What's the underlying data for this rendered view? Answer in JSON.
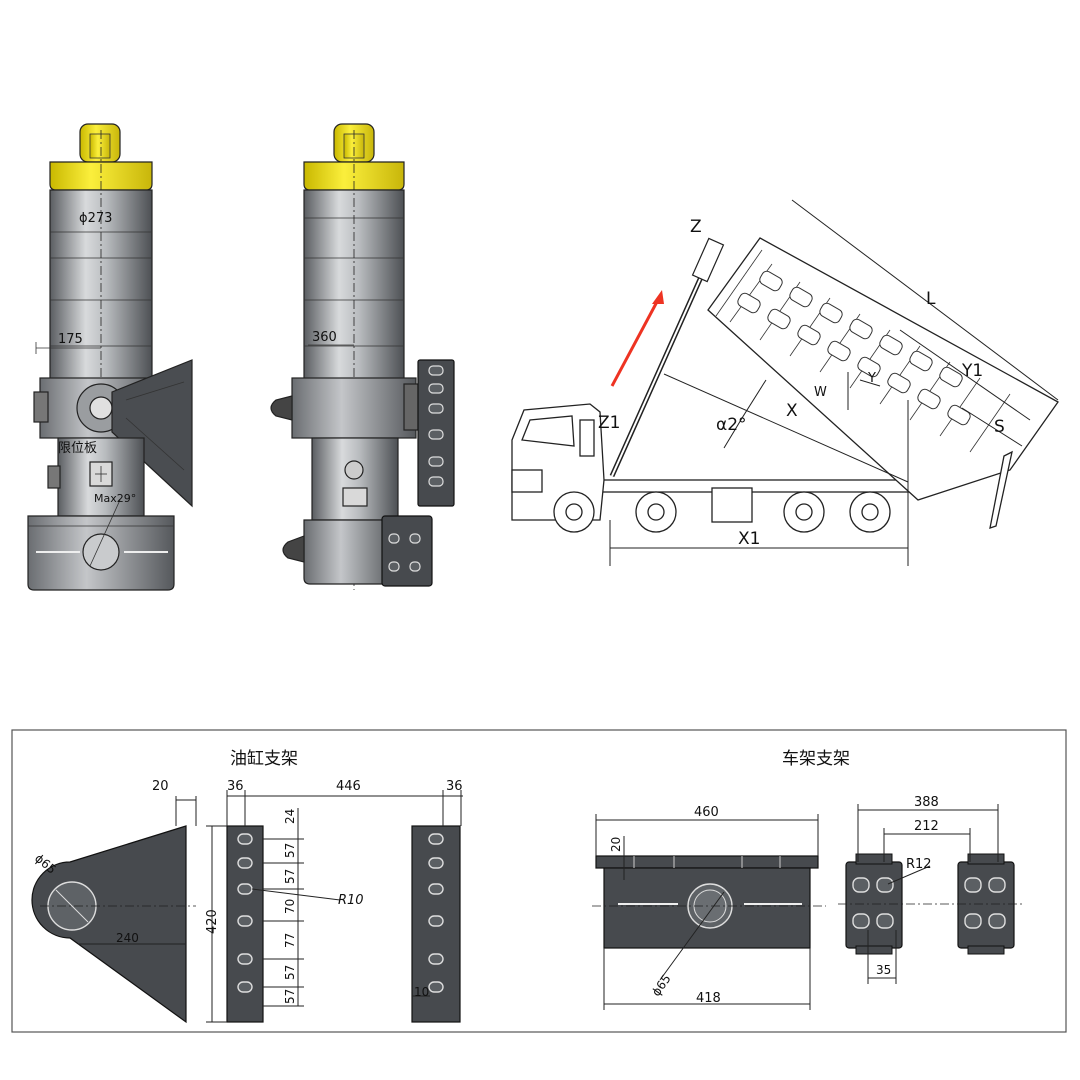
{
  "cylinder_left": {
    "diameter_label": "ϕ273",
    "offset_label": "175",
    "limit_plate_label": "限位板",
    "max_angle_label": "Max29°"
  },
  "cylinder_right": {
    "offset_label": "360"
  },
  "truck_diagram": {
    "labels": {
      "z": "Z",
      "z1": "Z1",
      "l": "L",
      "y1": "Y1",
      "y": "Y",
      "s": "S",
      "w": "W",
      "x": "X",
      "x1": "X1",
      "alpha": "α2°"
    },
    "arrow_color": "#ee3322"
  },
  "cylinder_bracket": {
    "title": "油缸支架",
    "dims": {
      "d20": "20",
      "d36_left": "36",
      "d446": "446",
      "d36_right": "36",
      "d24": "24",
      "d57_a": "57",
      "d57_b": "57",
      "d70": "70",
      "d77": "77",
      "d57_c": "57",
      "d57_d": "57",
      "d420": "420",
      "d240": "240",
      "r10": "R10",
      "phi65": "ϕ65",
      "d10": "10"
    }
  },
  "frame_bracket": {
    "title": "车架支架",
    "dims": {
      "d460": "460",
      "d20": "20",
      "d418": "418",
      "phi65": "ϕ65",
      "d388": "388",
      "d212": "212",
      "r12": "R12",
      "d35": "35"
    }
  },
  "colors": {
    "cap_yellow": "#f2e21c",
    "steel_dark": "#4a4d51",
    "steel_light": "#c9cbcd"
  }
}
